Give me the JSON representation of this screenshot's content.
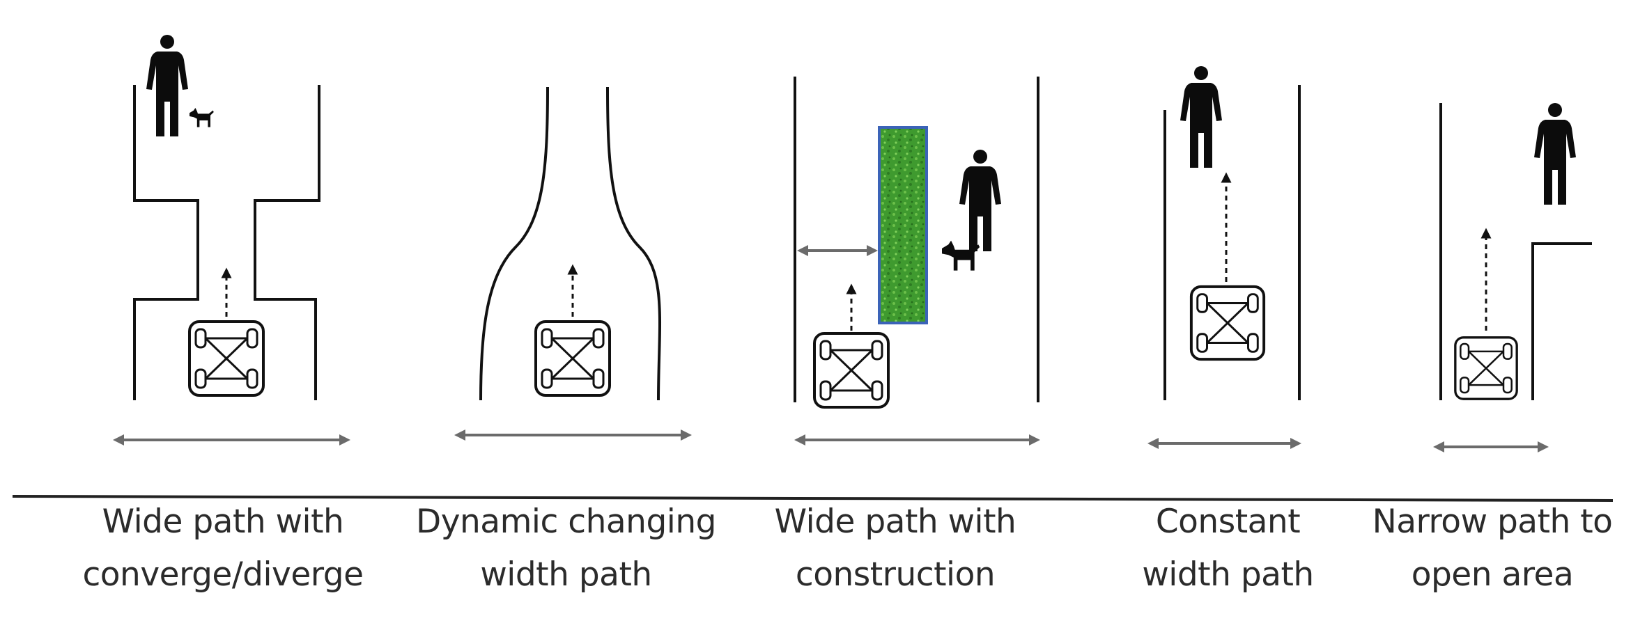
{
  "panels": [
    {
      "caption_lines": [
        "Wide path with",
        "converge/diverge"
      ]
    },
    {
      "caption_lines": [
        "Dynamic changing",
        "width path"
      ]
    },
    {
      "caption_lines": [
        "Wide path with",
        "construction"
      ]
    },
    {
      "caption_lines": [
        "Constant",
        "width path"
      ]
    },
    {
      "caption_lines": [
        "Narrow path to",
        "open area"
      ]
    }
  ],
  "colors": {
    "wall": "#111111",
    "arrow": "#6b6b6b",
    "person": "#0c0c0c",
    "grass": "#3f9a2f",
    "grass_border": "#3b63b8",
    "caption": "#2b2b2b"
  },
  "icons": [
    "person-icon",
    "dog-icon",
    "robot-icon",
    "heading-arrow-icon",
    "width-arrow-icon",
    "grass-obstacle"
  ]
}
